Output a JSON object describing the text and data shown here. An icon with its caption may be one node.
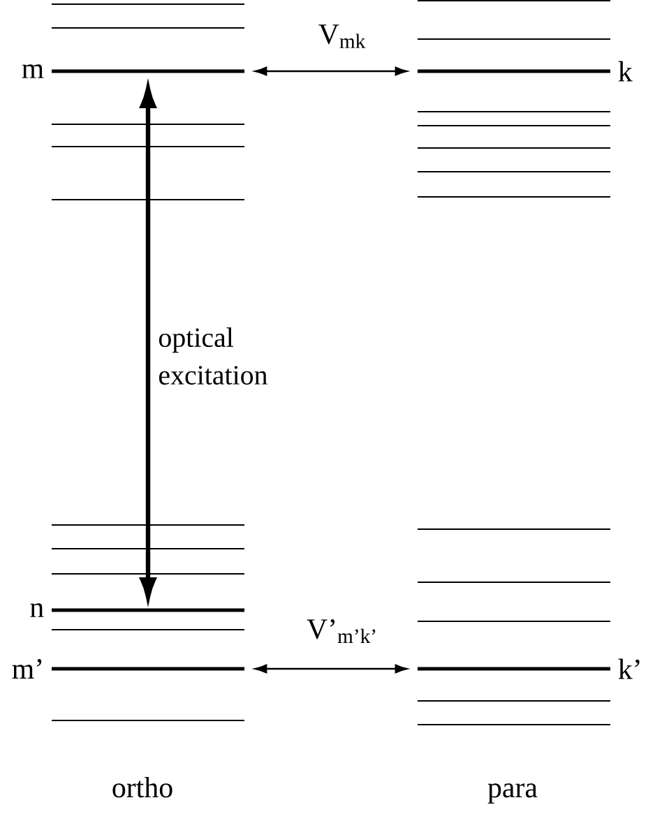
{
  "diagram": {
    "nodes": [
      {
        "text": [],
        "shape": "bar",
        "beside": [
          "m"
        ]
      },
      {
        "text": [],
        "shape": "bar",
        "beside": [
          "k"
        ]
      },
      {
        "text": [],
        "shape": "bar",
        "beside": [
          "n"
        ]
      },
      {
        "text": [],
        "shape": "bar",
        "beside": [
          "m’"
        ]
      },
      {
        "text": [],
        "shape": "bar",
        "beside": [
          "k’"
        ]
      }
    ],
    "edges": [
      {
        "from": 0,
        "to": 1,
        "arrow": "both",
        "label": "V$_{mk}$"
      },
      {
        "from": 0,
        "to": 2,
        "arrow": "both",
        "label": "optical excitation",
        "style": "thick"
      },
      {
        "from": 3,
        "to": 4,
        "arrow": "both",
        "label": "V’$_{m’k’}$"
      }
    ],
    "labels": [
      "ortho",
      "para"
    ]
  }
}
